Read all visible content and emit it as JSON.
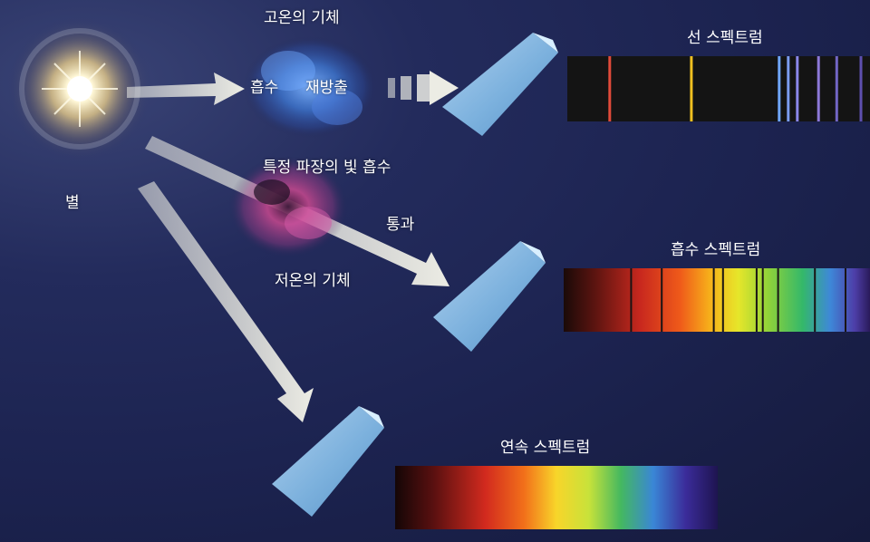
{
  "labels": {
    "star": "별",
    "hot_gas": "고온의 기체",
    "absorb": "흡수",
    "reemit": "재방출",
    "specific_absorb": "특정 파장의 빛 흡수",
    "transmit": "통과",
    "cold_gas": "저온의 기체"
  },
  "spectra": {
    "emission": {
      "title": "선 스펙트럼",
      "background": "#141414",
      "lines": [
        {
          "pos": 0.14,
          "color": "#e04a3a"
        },
        {
          "pos": 0.41,
          "color": "#f0c020"
        },
        {
          "pos": 0.7,
          "color": "#6fa6ff"
        },
        {
          "pos": 0.73,
          "color": "#7b9cf0"
        },
        {
          "pos": 0.76,
          "color": "#8a86e8"
        },
        {
          "pos": 0.83,
          "color": "#8c78d8"
        },
        {
          "pos": 0.89,
          "color": "#7266c4"
        },
        {
          "pos": 0.97,
          "color": "#5e4fb0"
        }
      ]
    },
    "absorption": {
      "title": "흡수 스펙트럼",
      "dark_lines": [
        0.22,
        0.32,
        0.49,
        0.52,
        0.63,
        0.65,
        0.7,
        0.82,
        0.92
      ]
    },
    "continuous": {
      "title": "연속 스펙트럼"
    }
  },
  "colors": {
    "background": "#1c2350",
    "arrow": "#ecece4",
    "prism": "#8ec6f0",
    "hot_gas": "#3f7bd8",
    "cold_gas": "#d44a9c"
  }
}
